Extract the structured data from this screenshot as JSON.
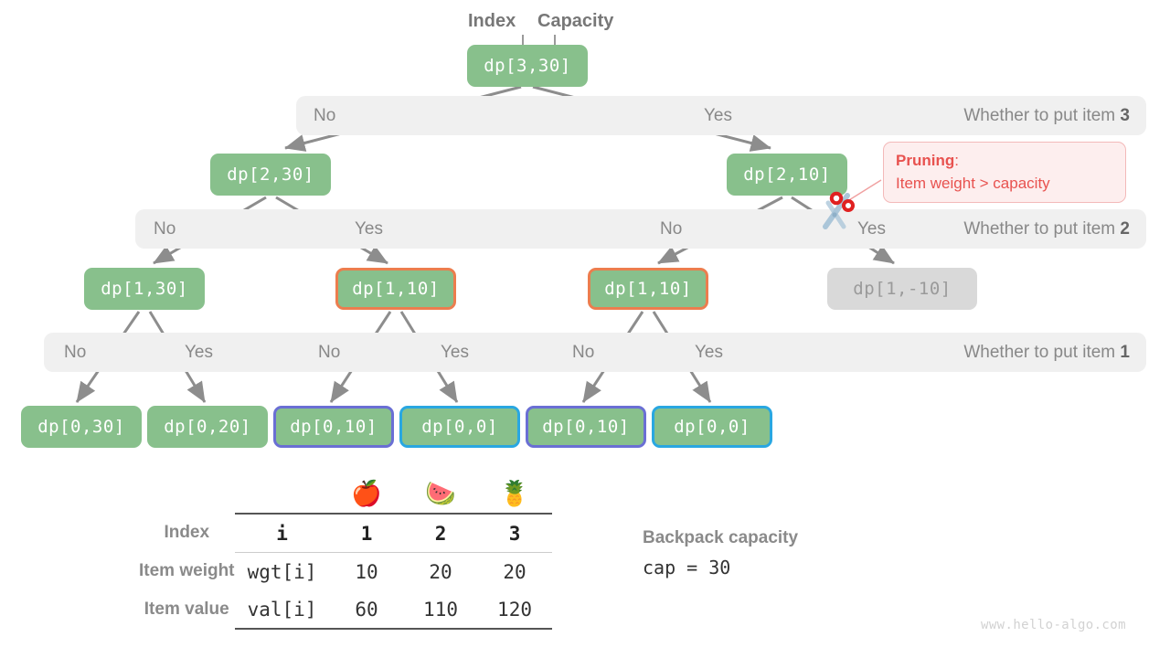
{
  "header": {
    "index_label": "Index",
    "capacity_label": "Capacity"
  },
  "bands": [
    {
      "no": "No",
      "yes": "Yes",
      "question_prefix": "Whether to put item ",
      "question_item": "3"
    },
    {
      "no": "No",
      "yes": "Yes",
      "no2": "No",
      "yes2": "Yes",
      "question_prefix": "Whether to put item ",
      "question_item": "2"
    },
    {
      "no": "No",
      "yes": "Yes",
      "no2": "No",
      "yes2": "Yes",
      "no3": "No",
      "yes3": "Yes",
      "question_prefix": "Whether to put item ",
      "question_item": "1"
    }
  ],
  "nodes": {
    "root": "dp[3,30]",
    "l2_left": "dp[2,30]",
    "l2_right": "dp[2,10]",
    "l3_a": "dp[1,30]",
    "l3_b": "dp[1,10]",
    "l3_c": "dp[1,10]",
    "l3_d": "dp[1,-10]",
    "l4_a": "dp[0,30]",
    "l4_b": "dp[0,20]",
    "l4_c": "dp[0,10]",
    "l4_d": "dp[0,0]",
    "l4_e": "dp[0,10]",
    "l4_f": "dp[0,0]"
  },
  "callout": {
    "title": "Pruning",
    "colon": ":",
    "body": "Item weight > capacity"
  },
  "table": {
    "row_labels": [
      "Index",
      "Item weight",
      "Item value"
    ],
    "key_cells": [
      "i",
      "wgt[i]",
      "val[i]"
    ],
    "emoji_headers": [
      "🍎",
      "🍉",
      "🍍"
    ],
    "index_values": [
      "1",
      "2",
      "3"
    ],
    "weight_values": [
      "10",
      "20",
      "20"
    ],
    "value_values": [
      "60",
      "110",
      "120"
    ]
  },
  "capacity_note": {
    "title": "Backpack capacity",
    "expression": "cap = 30"
  },
  "watermark": "www.hello-algo.com",
  "colors": {
    "node_green": "#88c08c",
    "band_gray": "#f0f0f0",
    "orange_border": "#ec7d4e",
    "purple_border": "#6a6fd4",
    "cyan_border": "#29a7e1",
    "pruned_gray": "#d9d9d9",
    "edge_gray": "#8d8d8d",
    "pruning_red": "#e8524f"
  }
}
